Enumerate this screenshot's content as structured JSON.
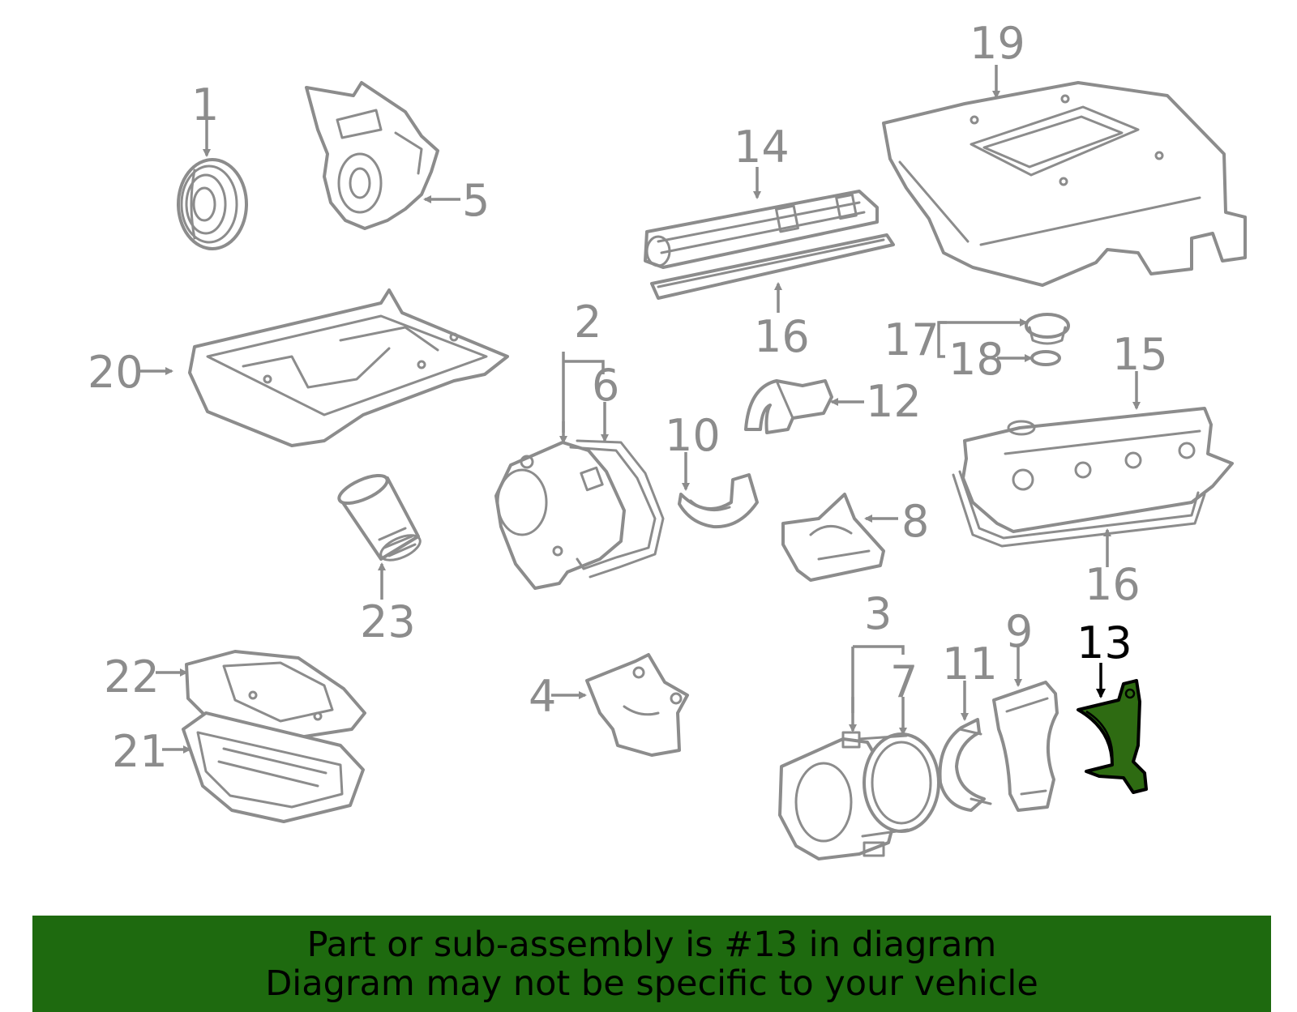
{
  "callouts": {
    "c1": "1",
    "c2": "2",
    "c3": "3",
    "c4": "4",
    "c5": "5",
    "c6": "6",
    "c7": "7",
    "c8": "8",
    "c9": "9",
    "c10": "10",
    "c11": "11",
    "c12": "12",
    "c13": "13",
    "c14": "14",
    "c15": "15",
    "c16a": "16",
    "c16b": "16",
    "c17": "17",
    "c18": "18",
    "c19": "19",
    "c20": "20",
    "c21": "21",
    "c22": "22",
    "c23": "23"
  },
  "highlighted_part": "13",
  "colors": {
    "linework": "#8c8c8c",
    "highlight_fill": "#2e6b12",
    "banner": "#1e6a0f"
  },
  "banner": {
    "line1": "Part or sub-assembly is #13 in diagram",
    "line2": "Diagram may not be specific to your vehicle"
  }
}
